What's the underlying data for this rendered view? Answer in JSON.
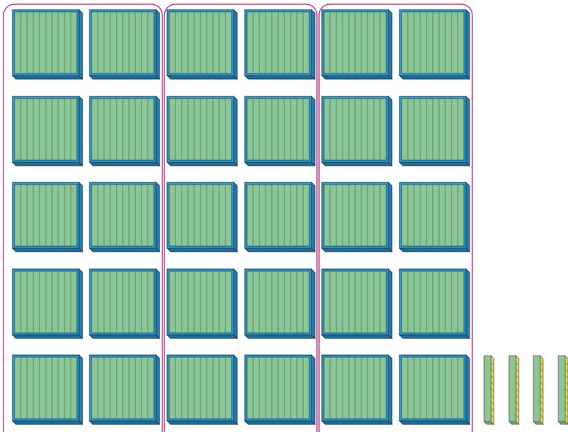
{
  "diagram": {
    "description_type": "base-ten blocks",
    "groups": [
      {
        "flats": 10
      },
      {
        "flats": 10
      },
      {
        "flats": 10
      }
    ],
    "loose_rods": 4,
    "colors": {
      "flat_face": "#8cc596",
      "flat_side": "#2aa0d0",
      "flat_outline": "#1e3d5a",
      "rod_face": "#8cc596",
      "rod_side": "#e8e04a",
      "group_outline": "#d0308f",
      "background": "#ffffff"
    }
  }
}
